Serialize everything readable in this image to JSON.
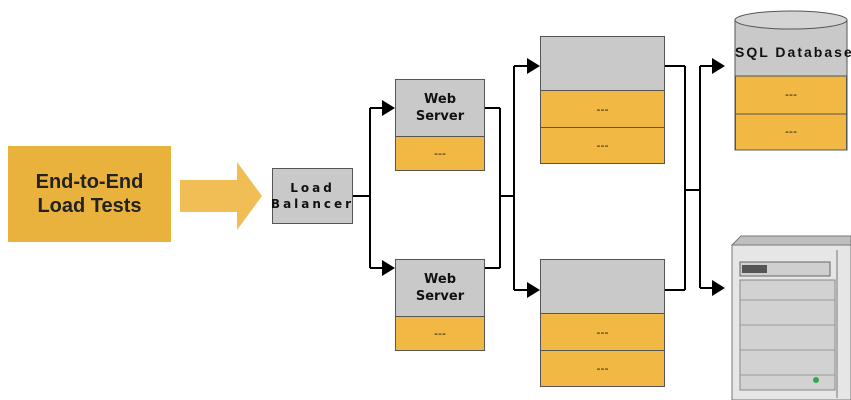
{
  "source": {
    "line1": "End-to-End",
    "line2": "Load Tests"
  },
  "load_balancer": {
    "line1": "Load",
    "line2": "Balancer"
  },
  "web_servers": [
    {
      "line1": "Web",
      "line2": "Server",
      "row": "---"
    },
    {
      "line1": "Web",
      "line2": "Server",
      "row": "---"
    }
  ],
  "middle_tier": [
    {
      "rows": [
        "---",
        "---"
      ]
    },
    {
      "rows": [
        "---",
        "---"
      ]
    }
  ],
  "database": {
    "label": "SQL Database",
    "rows": [
      "---",
      "---"
    ]
  },
  "colors": {
    "source_fill": "#e8b23c",
    "arrow_fill": "#f0be55",
    "gray_cell": "#c9c9c9",
    "gold_cell": "#f1b843",
    "connector": "#000000"
  },
  "icons": {
    "server_hardware": "server-tower-icon",
    "database": "database-cylinder-icon"
  }
}
